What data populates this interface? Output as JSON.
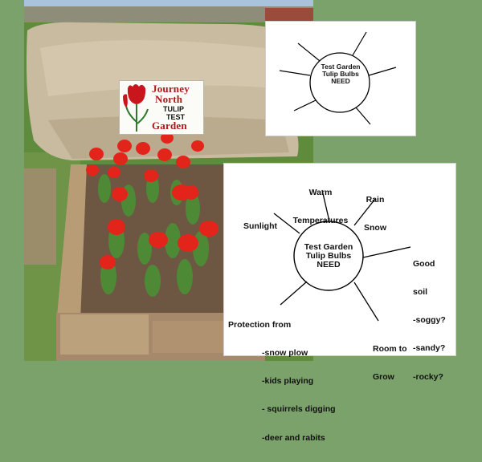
{
  "sign": {
    "line1": "Journey",
    "line2": "North",
    "line3": "TULIP",
    "line4": "TEST",
    "line5": "Garden"
  },
  "small_diagram": {
    "hub": [
      "Test Garden",
      "Tulip Bulbs",
      "NEED"
    ]
  },
  "large_diagram": {
    "hub": [
      "Test Garden",
      "Tulip Bulbs",
      "NEED"
    ],
    "needs": {
      "warm": [
        "Warm",
        "Temperatures"
      ],
      "rain": [
        "Rain",
        "Snow"
      ],
      "sunlight": [
        "Sunlight"
      ],
      "soil": [
        "Good",
        "soil",
        "-soggy?",
        "-sandy?",
        "-rocky?"
      ],
      "protection": [
        "Protection from",
        "-snow plow",
        "-kids playing",
        "- squirrels digging",
        "-deer and rabits"
      ],
      "room": [
        "Room to",
        "Grow"
      ]
    }
  },
  "colors": {
    "background": "#7ba26a",
    "tulip_red": "#e3241b",
    "sign_red": "#b3151a"
  }
}
